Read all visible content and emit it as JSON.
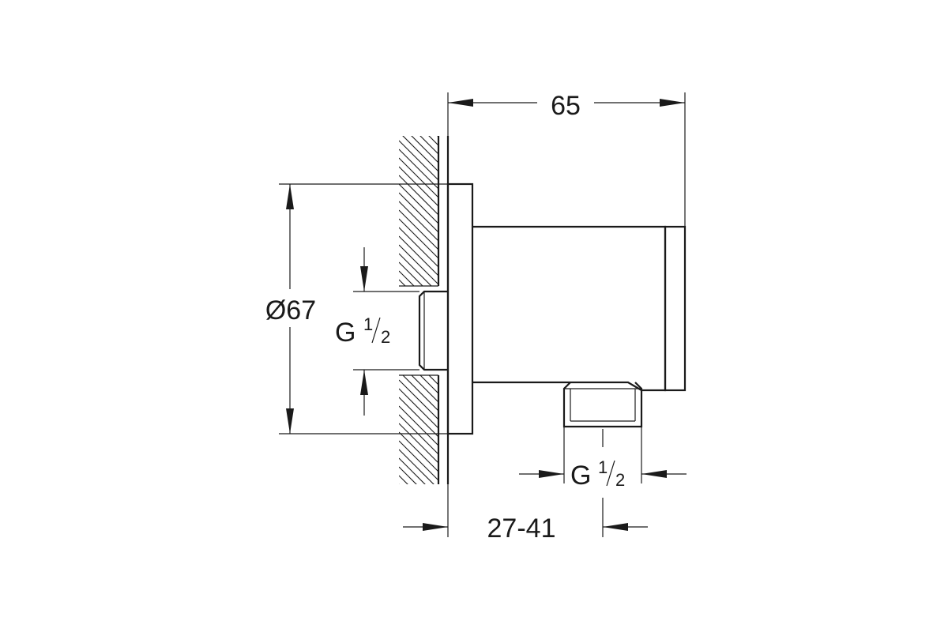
{
  "dimensions": {
    "overall_depth": "65",
    "flange_diameter": "Ø67",
    "wall_thread_letter": "G",
    "wall_thread_num": "1",
    "wall_thread_den": "2",
    "outlet_thread_letter": "G",
    "outlet_thread_num": "1",
    "outlet_thread_den": "2",
    "wall_depth_range": "27-41"
  },
  "colors": {
    "line": "#1a1a1a",
    "background": "#ffffff"
  }
}
